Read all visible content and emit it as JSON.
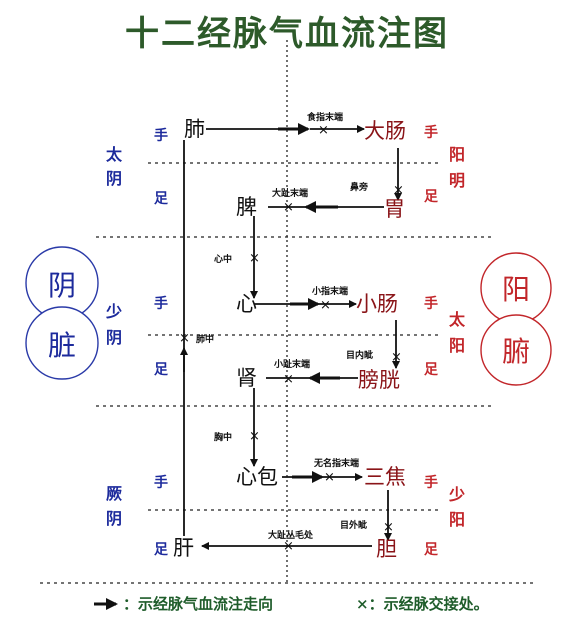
{
  "title": "十二经脉气血流注图",
  "colors": {
    "title": "#2d5a2a",
    "yin": "#1c2a9c",
    "yang": "#c2262a",
    "organ_text": "#111111",
    "yang_organ_text": "#8a1418",
    "line": "#111111",
    "legend": "#1e5c2a"
  },
  "left_groups": [
    {
      "name": "太阴",
      "hand": "手",
      "foot": "足"
    },
    {
      "name": "少阴",
      "hand": "手",
      "foot": "足"
    },
    {
      "name": "厥阴",
      "hand": "手",
      "foot": "足"
    }
  ],
  "right_groups": [
    {
      "name": "阳明",
      "hand": "手",
      "foot": "足"
    },
    {
      "name": "太阳",
      "hand": "手",
      "foot": "足"
    },
    {
      "name": "少阳",
      "hand": "手",
      "foot": "足"
    }
  ],
  "yin_circle": {
    "top": "阴",
    "bottom": "脏"
  },
  "yang_circle": {
    "top": "阳",
    "bottom": "腑"
  },
  "organs": {
    "lung": "肺",
    "large_intestine": "大肠",
    "stomach": "胃",
    "spleen": "脾",
    "heart": "心",
    "small_intestine": "小肠",
    "bladder": "膀胱",
    "kidney": "肾",
    "pericardium": "心包",
    "sanjiao": "三焦",
    "gallbladder": "胆",
    "liver": "肝"
  },
  "junctions": {
    "index_finger_tip": "食指末端",
    "nose_side": "鼻旁",
    "big_toe_tip": "大趾末端",
    "heart_center": "心中",
    "little_finger_tip": "小指末端",
    "inner_canthus": "目内眦",
    "little_toe_tip": "小趾末端",
    "chest_center": "胸中",
    "ring_finger_tip": "无名指末端",
    "outer_canthus": "目外眦",
    "big_toe_hair": "大趾丛毛处",
    "lung_center": "肺中"
  },
  "legend": {
    "arrow_symbol": "→：",
    "arrow_text": "示经脉气血流注走向",
    "cross_symbol": "×：",
    "cross_text": "示经脉交接处。"
  }
}
